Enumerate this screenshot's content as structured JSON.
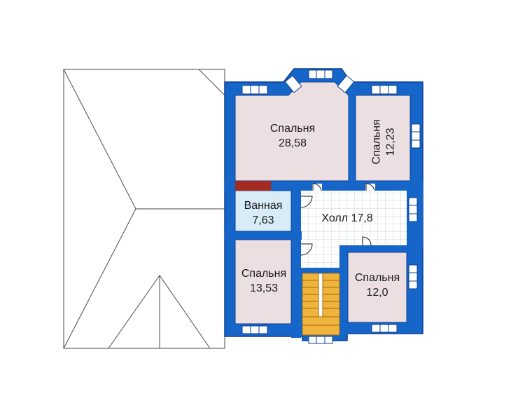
{
  "rooms": {
    "bedroom_large": {
      "name": "Спальня",
      "area": "28,58"
    },
    "bedroom_right_top": {
      "name": "Спальня",
      "area": "12,23"
    },
    "bathroom": {
      "name": "Ванная",
      "area": "7,63"
    },
    "hall": {
      "label": "Холл 17,8"
    },
    "bedroom_left": {
      "name": "Спальня",
      "area": "13,53"
    },
    "bedroom_right_bottom": {
      "name": "Спальня",
      "area": "12,0"
    }
  },
  "colors": {
    "wall": "#1665c9",
    "wall_dark": "#0b3f91",
    "room_fill": "#ecdfe1",
    "bath_fill": "#d8ecf7",
    "stairs": "#f0b43c",
    "chimney": "#a52a22",
    "tile_grid": "#c8d4dc",
    "roof_line": "#4a4a4a"
  }
}
